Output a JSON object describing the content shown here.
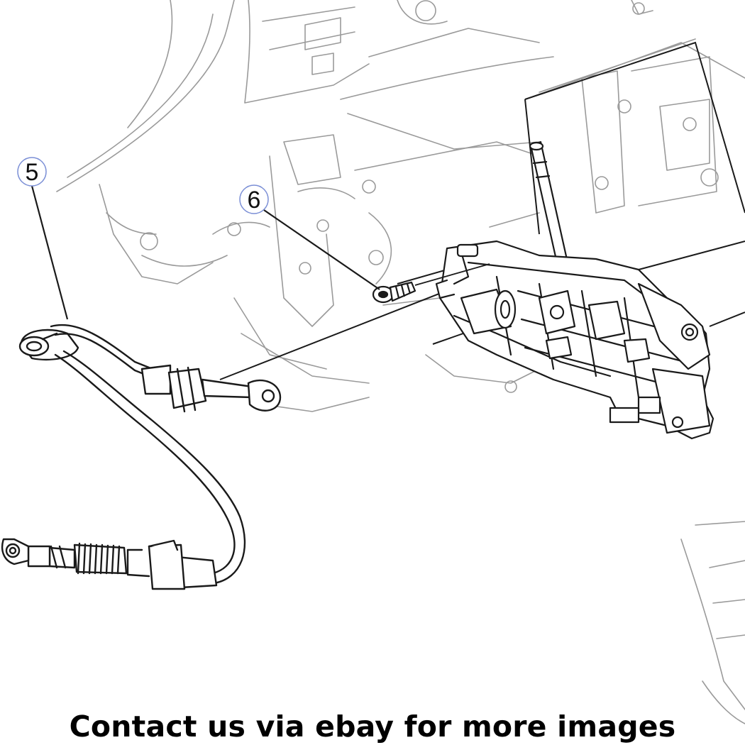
{
  "callouts": [
    {
      "id": "5",
      "label": "5"
    },
    {
      "id": "6",
      "label": "6"
    }
  ],
  "caption": "Contact us via ebay for more images",
  "colors": {
    "line": "#1a1a1a",
    "faint_line": "#9a9a9a",
    "callout_circle": "#7b8fd6",
    "caption": "#000000"
  },
  "parts": [
    {
      "name": "shift-cable-assembly",
      "callout": "5"
    },
    {
      "name": "shifter-mounting-bolt",
      "callout": "6"
    },
    {
      "name": "gear-shifter-assembly"
    },
    {
      "name": "instrument-panel-background"
    }
  ]
}
